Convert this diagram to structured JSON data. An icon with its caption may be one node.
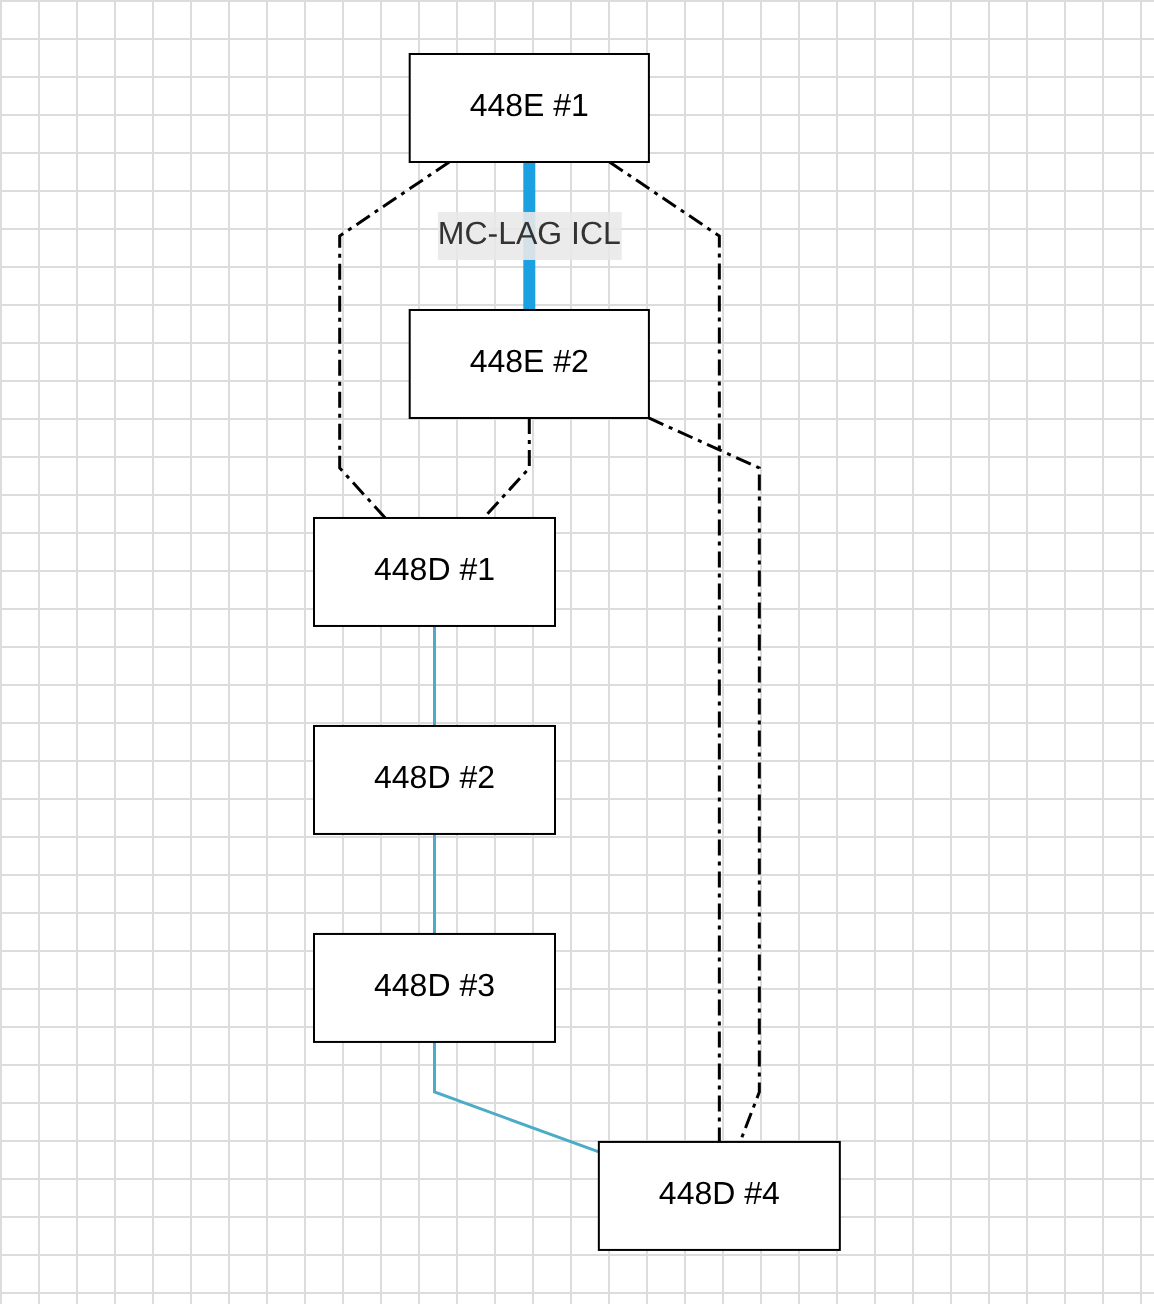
{
  "diagram": {
    "nodes": [
      {
        "text": [
          "448E #1"
        ]
      },
      {
        "text": [
          "448E #2"
        ]
      },
      {
        "text": [
          "448D #1"
        ]
      },
      {
        "text": [
          "448D #2"
        ]
      },
      {
        "text": [
          "448D #3"
        ]
      },
      {
        "text": [
          "448D #4"
        ]
      }
    ],
    "edges": [
      {
        "from": 0,
        "to": 1,
        "arrow": "none",
        "label": "MC-LAG ICL",
        "style": "thick",
        "color": "#1ba1e2"
      },
      {
        "from": 0,
        "to": 2,
        "arrow": "none",
        "style": "dashed"
      },
      {
        "from": 1,
        "to": 2,
        "arrow": "none",
        "style": "dashed"
      },
      {
        "from": 2,
        "to": 3,
        "arrow": "none",
        "color": "#4bacc6"
      },
      {
        "from": 3,
        "to": 4,
        "arrow": "none",
        "color": "#4bacc6"
      },
      {
        "from": 4,
        "to": 5,
        "arrow": "none",
        "color": "#4bacc6"
      },
      {
        "from": 0,
        "to": 5,
        "arrow": "none",
        "style": "dashed"
      },
      {
        "from": 1,
        "to": 5,
        "arrow": "none",
        "style": "dashed"
      }
    ]
  }
}
